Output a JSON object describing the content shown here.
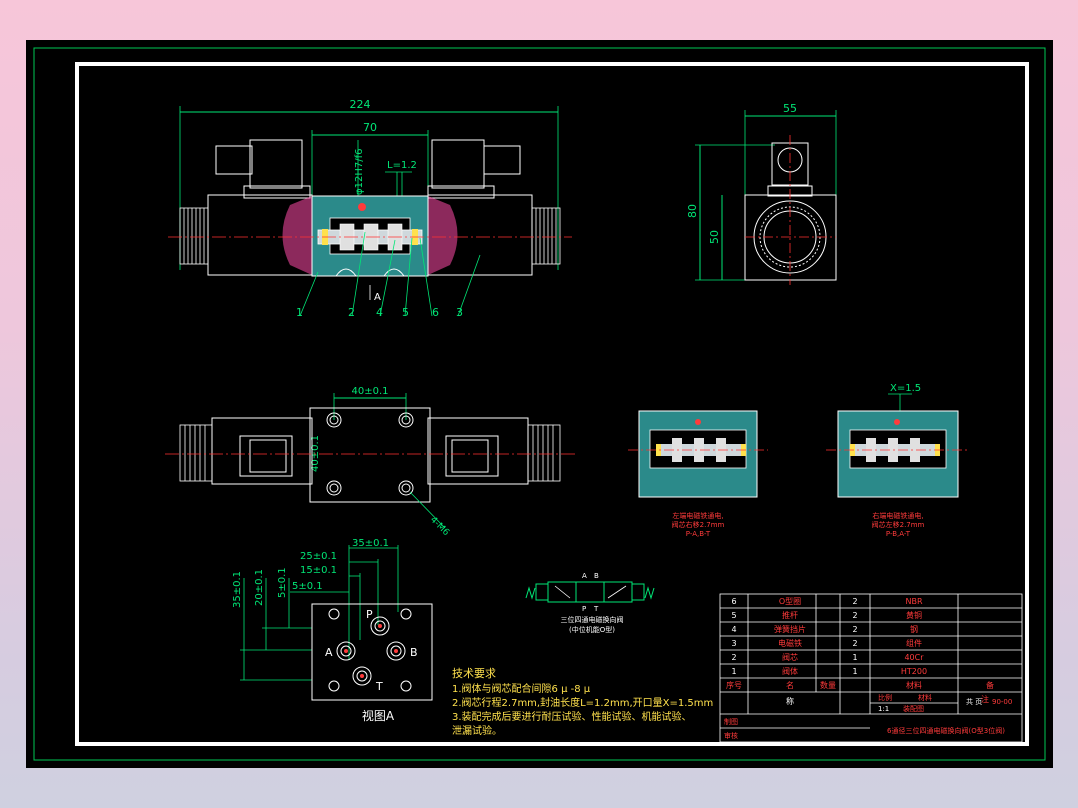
{
  "colors": {
    "background": "#000000",
    "frame": "#ffffff",
    "outer_border": "#00c853",
    "outline": "#ffffff",
    "dimension": "#00e676",
    "centerline": "#ff3030",
    "hatch": "#ff4aa8",
    "body_fill": "#2b8a8a",
    "text_yellow": "#ffe14d",
    "accent_red": "#ff3b3b"
  },
  "front_view": {
    "dim_total": "224",
    "dim_body": "70",
    "dim_bore": "φ12H7/f6",
    "dim_overlap": "L=1.2",
    "section_label": "A",
    "balloons": [
      "1",
      "2",
      "4",
      "5",
      "6",
      "3"
    ]
  },
  "side_view": {
    "dim_width": "55",
    "dim_height": "80",
    "dim_center": "50"
  },
  "top_view": {
    "dim_bolt_x": "40±0.1",
    "dim_bolt_y": "40±0.1",
    "dim_holes": "4-M6"
  },
  "section_left": {
    "note_line1": "左端电磁铁通电,",
    "note_line2": "阀芯右移2.7mm",
    "note_line3": "P-A,B-T"
  },
  "section_right": {
    "dim_opening": "X=1.5",
    "note_line1": "右端电磁铁通电,",
    "note_line2": "阀芯左移2.7mm",
    "note_line3": "P-B,A-T"
  },
  "view_a": {
    "dims": [
      "35±0.1",
      "25±0.1",
      "15±0.1",
      "5±0.1"
    ],
    "vdims": [
      "35±0.1",
      "20±0.1",
      "5±0.1"
    ],
    "ports": [
      "P",
      "A",
      "B",
      "T"
    ],
    "caption": "视图A"
  },
  "symbol": {
    "label_line1": "三位四通电磁换向阀",
    "label_line2": "(中位机能O型)",
    "ports": [
      "A",
      "B",
      "P",
      "T"
    ]
  },
  "tech_notes": {
    "heading": "技术要求",
    "lines": [
      "1.阀体与阀芯配合间隙6 μ -8 μ",
      "2.阀芯行程2.7mm,封油长度L=1.2mm,开口量X=1.5mm",
      "3.装配完成后要进行耐压试验、性能试验、机能试验、",
      "泄漏试验。"
    ]
  },
  "bom": {
    "rows": [
      {
        "no": "6",
        "name": "O型圈",
        "qty": "2",
        "material": "NBR"
      },
      {
        "no": "5",
        "name": "推杆",
        "qty": "2",
        "material": "黄铜"
      },
      {
        "no": "4",
        "name": "弹簧挡片",
        "qty": "2",
        "material": "钢"
      },
      {
        "no": "3",
        "name": "电磁铁",
        "qty": "2",
        "material": "组件"
      },
      {
        "no": "2",
        "name": "阀芯",
        "qty": "1",
        "material": "40Cr"
      },
      {
        "no": "1",
        "name": "阀体",
        "qty": "1",
        "material": "HT200"
      }
    ],
    "header": {
      "no": "序号",
      "name": "名",
      "qty": "数量",
      "material": "材料",
      "note": "备"
    },
    "header_row2": {
      "name": "称",
      "note": "注"
    }
  },
  "title_block": {
    "scale_label": "比例",
    "scale": "1:1",
    "material_label": "材料",
    "drawing_type": "装配图",
    "sheet": "共 页",
    "code": "90-00",
    "drawn_by": "制图",
    "checked_by": "审核",
    "title": "6通径三位四通电磁换向阀(O型3位阀)"
  }
}
